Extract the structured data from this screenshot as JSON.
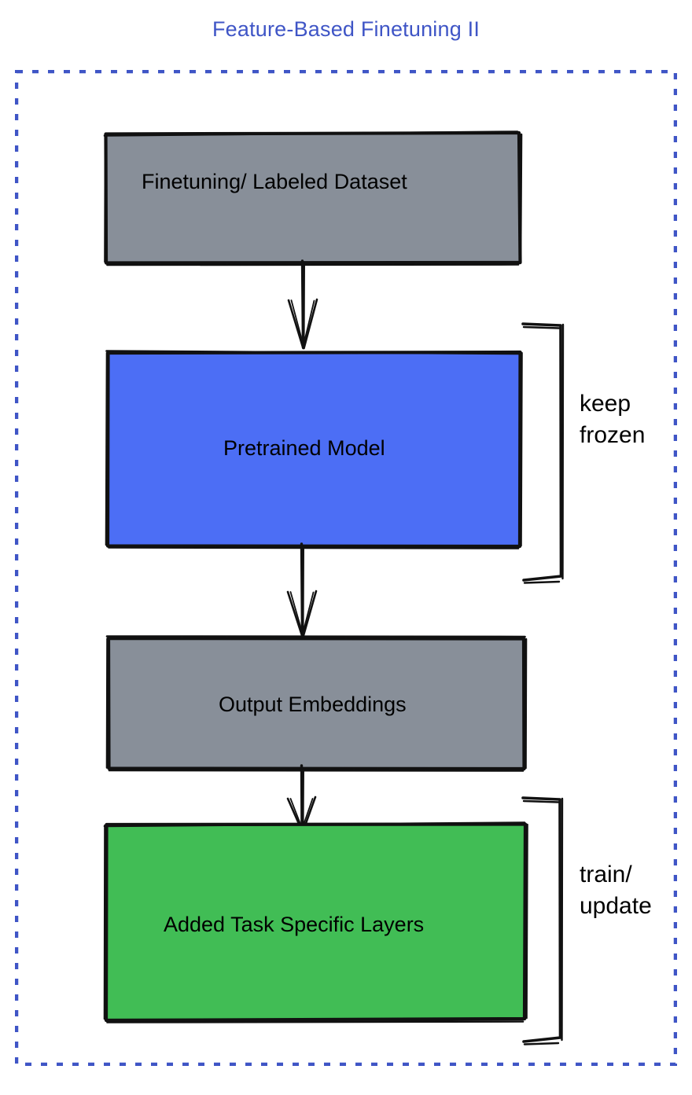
{
  "title": "Feature-Based Finetuning II",
  "colors": {
    "title": "#3f55c6",
    "frame_border": "#3f55c6",
    "gray_box": "#888f99",
    "blue_box": "#4c6ef5",
    "green_box": "#41bd55",
    "stroke": "#111111",
    "text": "#000000",
    "background": "#ffffff"
  },
  "frame": {
    "style": "dashed",
    "name": "outer-dashed-frame"
  },
  "nodes": [
    {
      "id": "dataset",
      "label": "Finetuning/ Labeled Dataset",
      "fill": "#888f99"
    },
    {
      "id": "pretrained",
      "label": "Pretrained Model",
      "fill": "#4c6ef5"
    },
    {
      "id": "embeddings",
      "label": "Output Embeddings",
      "fill": "#888f99"
    },
    {
      "id": "layers",
      "label": "Added Task Specific Layers",
      "fill": "#41bd55"
    }
  ],
  "connectors": [
    {
      "id": "arrow-1",
      "from": "dataset",
      "to": "pretrained",
      "kind": "arrow-down"
    },
    {
      "id": "arrow-2",
      "from": "pretrained",
      "to": "embeddings",
      "kind": "arrow-down"
    },
    {
      "id": "arrow-3",
      "from": "embeddings",
      "to": "layers",
      "kind": "arrow-down"
    }
  ],
  "annotations": [
    {
      "id": "keep-frozen",
      "lines": [
        "keep",
        "frozen"
      ],
      "line1": "keep",
      "line2": "frozen",
      "targets": [
        "pretrained"
      ]
    },
    {
      "id": "train-update",
      "lines": [
        "train/",
        "update"
      ],
      "line1": "train/",
      "line2": "update",
      "targets": [
        "layers"
      ]
    }
  ]
}
